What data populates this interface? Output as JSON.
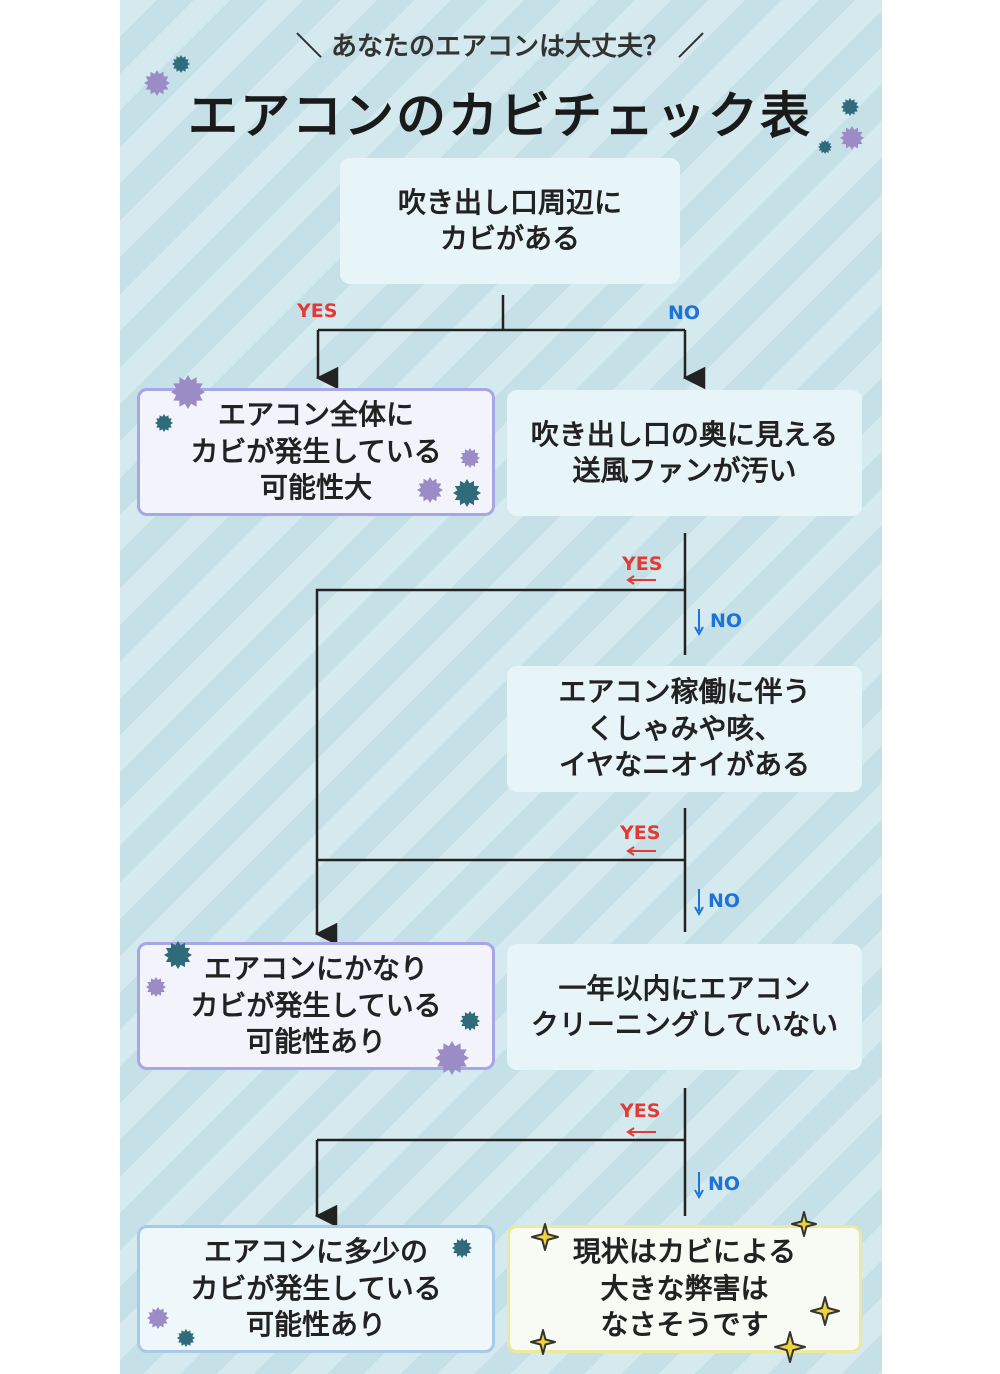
{
  "header": {
    "subtitle": "＼ あなたのエアコンは大丈夫？ ／",
    "title": "エアコンのカビチェック表"
  },
  "questions": [
    "吹き出し口周辺に\nカビがある",
    "吹き出し口の奥に見える\n送風ファンが汚い",
    "エアコン稼働に伴う\nくしゃみや咳、\nイヤなニオイがある",
    "一年以内にエアコン\nクリーニングしていない"
  ],
  "results": [
    "エアコン全体に\nカビが発生している\n可能性大",
    "エアコンにかなり\nカビが発生している\n可能性あり",
    "エアコンに多少の\nカビが発生している\n可能性あり",
    "現状はカビによる\n大きな弊害は\nなさそうです"
  ],
  "labels": {
    "yes": "YES",
    "no": "NO"
  },
  "colors": {
    "background": "#cfe7ec",
    "yes": "#e53935",
    "no": "#1e73d8",
    "mold_purple": "#9b8cc6",
    "mold_teal": "#2f6b7a",
    "sparkle": "#f0d23c"
  }
}
